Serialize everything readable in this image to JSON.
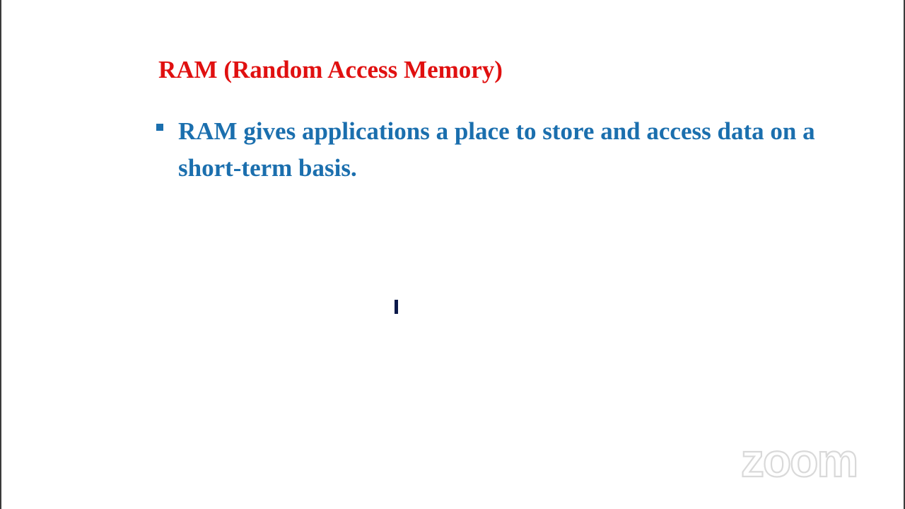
{
  "slide": {
    "title": "RAM (Random Access Memory)",
    "bullets": [
      "RAM gives applications a place to store and access data on a short-term basis."
    ]
  },
  "watermark": {
    "text": "zoom",
    "icon": "zoom-logo-icon"
  },
  "colors": {
    "title": "#e01010",
    "bullet_text": "#1b6fae",
    "cursor": "#0c1a4a",
    "watermark_stroke": "#d9d9d9"
  }
}
